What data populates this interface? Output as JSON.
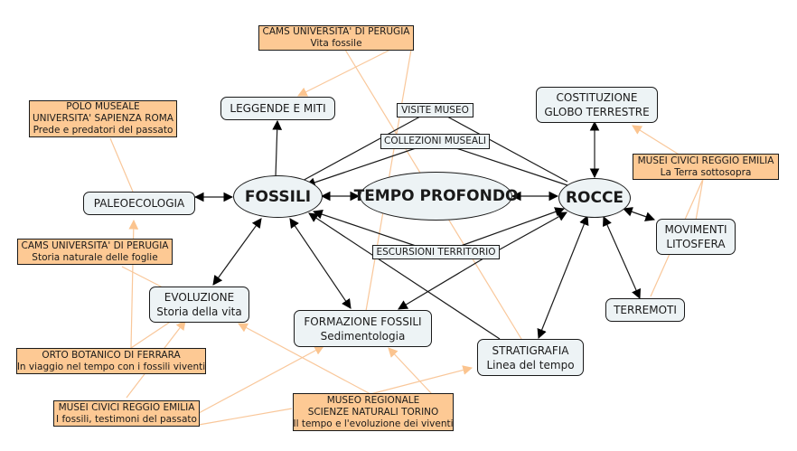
{
  "colors": {
    "concept_fill": "#edf3f5",
    "resource_fill": "#fdc994",
    "resource_link": "#f9c79a",
    "concept_link": "#1a1a1a"
  },
  "main_concepts": {
    "fossili": "FOSSILI",
    "tempo_profondo": "TEMPO PROFONDO",
    "rocce": "ROCCE"
  },
  "concepts": {
    "leggende": "LEGGENDE E MITI",
    "paleoecologia": "PALEOECOLOGIA",
    "evoluzione": [
      "EVOLUZIONE",
      "Storia della vita"
    ],
    "formazione": [
      "FORMAZIONE FOSSILI",
      "Sedimentologia"
    ],
    "stratigrafia": [
      "STRATIGRAFIA",
      "Linea del tempo"
    ],
    "costituzione": [
      "COSTITUZIONE",
      "GLOBO TERRESTRE"
    ],
    "movimenti": [
      "MOVIMENTI",
      "LITOSFERA"
    ],
    "terremoti": "TERREMOTI"
  },
  "link_labels": {
    "visite": "VISITE MUSEO",
    "collezioni": "COLLEZIONI MUSEALI",
    "escursioni": "ESCURSIONI TERRITORIO"
  },
  "resources": {
    "cams_vita": [
      "CAMS UNIVERSITA' DI PERUGIA",
      "Vita fossile"
    ],
    "polo_roma": [
      "POLO MUSEALE",
      "UNIVERSITA' SAPIENZA ROMA",
      "Prede e predatori del passato"
    ],
    "cams_foglie": [
      "CAMS UNIVERSITA' DI PERUGIA",
      "Storia naturale delle foglie"
    ],
    "orto_ferrara": [
      "ORTO BOTANICO DI FERRARA",
      "In viaggio nel tempo con i fossili viventi"
    ],
    "musei_re_fossili": [
      "MUSEI CIVICI REGGIO EMILIA",
      "I fossili, testimoni del passato"
    ],
    "museo_torino": [
      "MUSEO REGIONALE",
      "SCIENZE NATURALI TORINO",
      "Il tempo e l'evoluzione dei viventi"
    ],
    "musei_re_terra": [
      "MUSEI CIVICI REGGIO EMILIA",
      "La Terra sottosopra"
    ]
  }
}
